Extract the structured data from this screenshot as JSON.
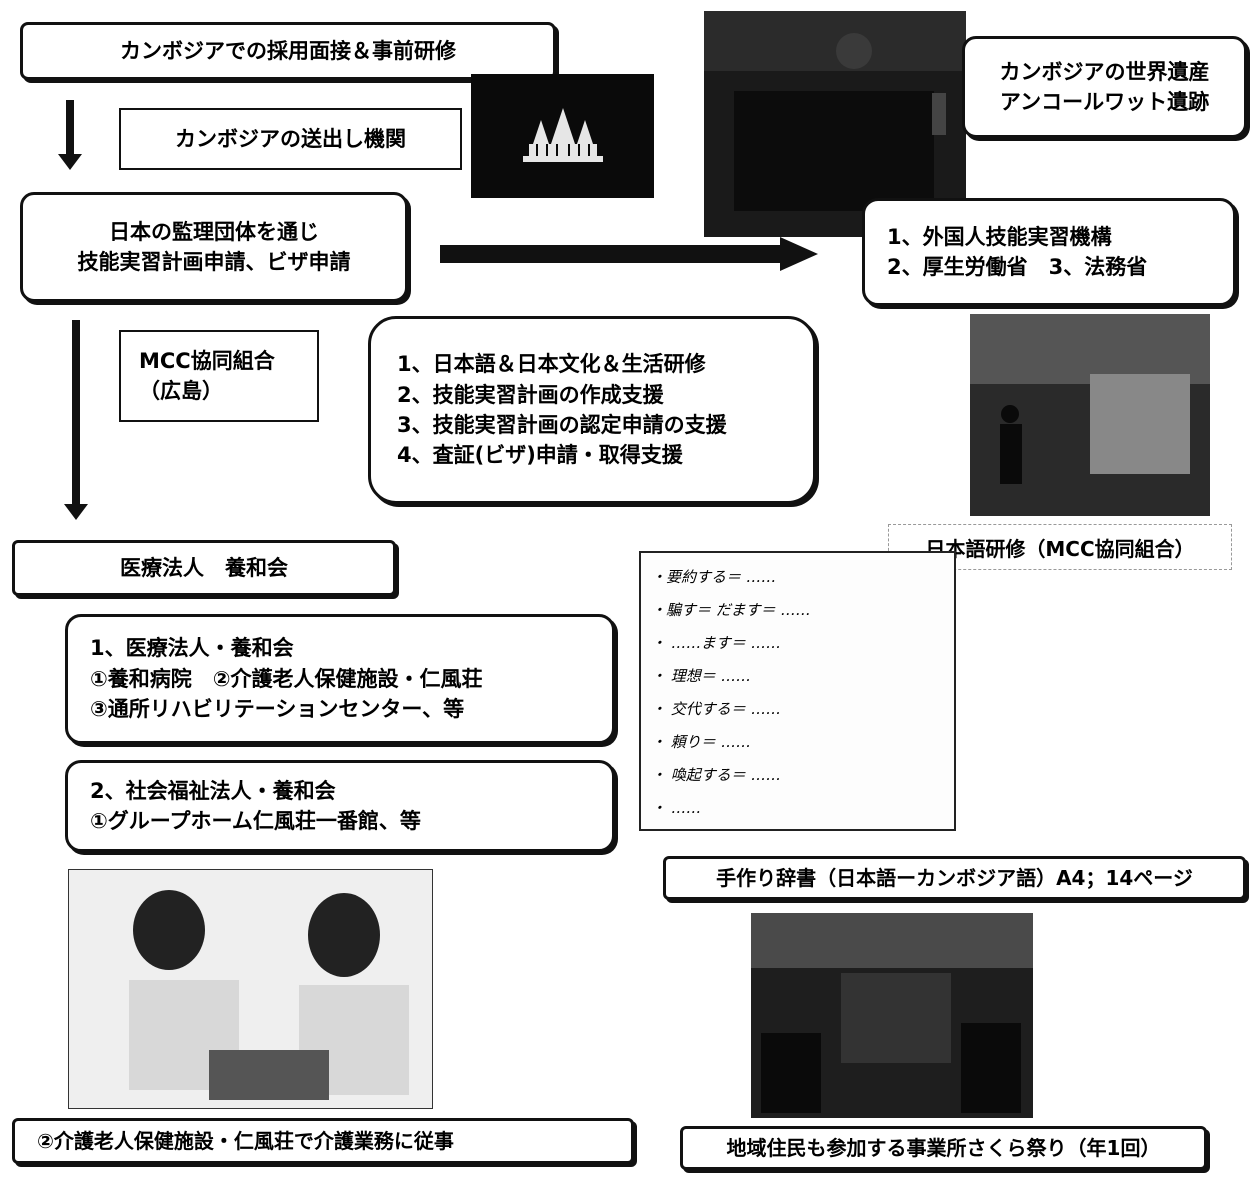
{
  "flow": {
    "step1": "カンボジアでの採用面接＆事前研修",
    "sending_agency": "カンボジアの送出し機関",
    "step2_line1": "日本の監理団体を通じ",
    "step2_line2": "技能実習計画申請、ビザ申請",
    "agencies_line1": "1、外国人技能実習機構",
    "agencies_line2": "2、厚生労働省　3、法務省",
    "mcc_line1": "MCC協同組合",
    "mcc_line2": "（広島）",
    "support_items": [
      "1、日本語＆日本文化＆生活研修",
      "2、技能実習計画の作成支援",
      "3、技能実習計画の認定申請の支援",
      "4、査証(ビザ)申請・取得支援"
    ],
    "employer": "医療法人　養和会",
    "facilities1_line1": "1、医療法人・養和会",
    "facilities1_line2": "①養和病院　②介護老人保健施設・仁風荘",
    "facilities1_line3": "③通所リハビリテーションセンター、等",
    "facilities2_line1": "2、社会福祉法人・養和会",
    "facilities2_line2": "①グループホーム仁風荘一番館、等"
  },
  "captions": {
    "heritage_line1": "カンボジアの世界遺産",
    "heritage_line2": "アンコールワット遺跡",
    "japanese_training": "日本語研修（MCC協同組合）",
    "dictionary": "手作り辞書（日本語ーカンボジア語）A4；14ページ",
    "care_work": "②介護老人保健施設・仁風荘で介護業務に従事",
    "festival": "地域住民も参加する事業所さくら祭り（年1回）"
  },
  "dictionary_notes": [
    "・要約する＝ ……",
    "・騙す＝ だます＝ ……",
    "・ ……ます＝ ……",
    "・ 理想＝ ……",
    "・ 交代する＝ ……",
    "・ 頼り＝ ……",
    "・ 喚起する＝ ……",
    "・ ……"
  ]
}
